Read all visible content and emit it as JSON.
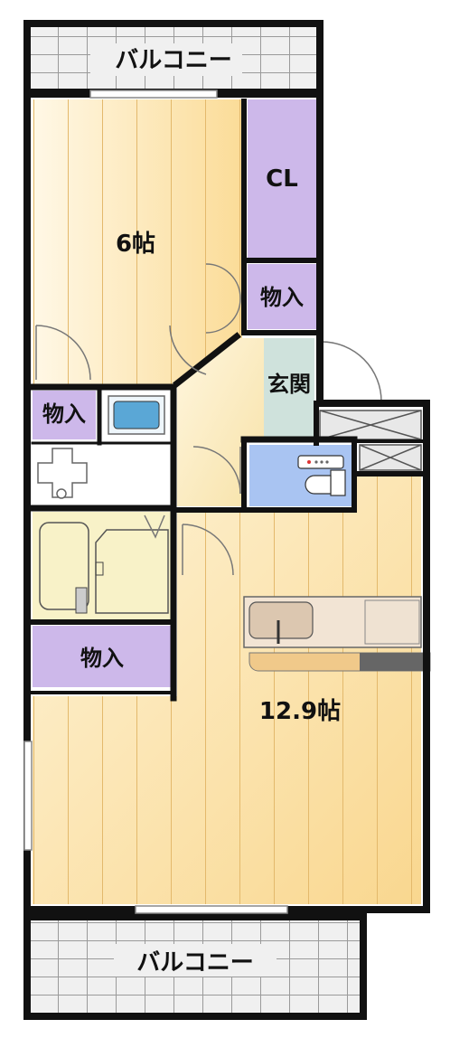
{
  "rooms": {
    "balcony_top": "バルコニー",
    "western_room": "6帖",
    "closet": "CL",
    "storage_upper": "物入",
    "entrance": "玄関",
    "storage_left": "物入",
    "storage_middle": "物入",
    "ldk": "12.9帖",
    "balcony_bottom": "バルコニー"
  },
  "colors": {
    "wall": "#111111",
    "floor_wood": "#fbe6b4",
    "storage": "#cdb8ea",
    "toilet": "#a9c4f2",
    "bath": "#f8f2c8",
    "balcony": "#ededed",
    "entrance": "#fbeec8"
  }
}
